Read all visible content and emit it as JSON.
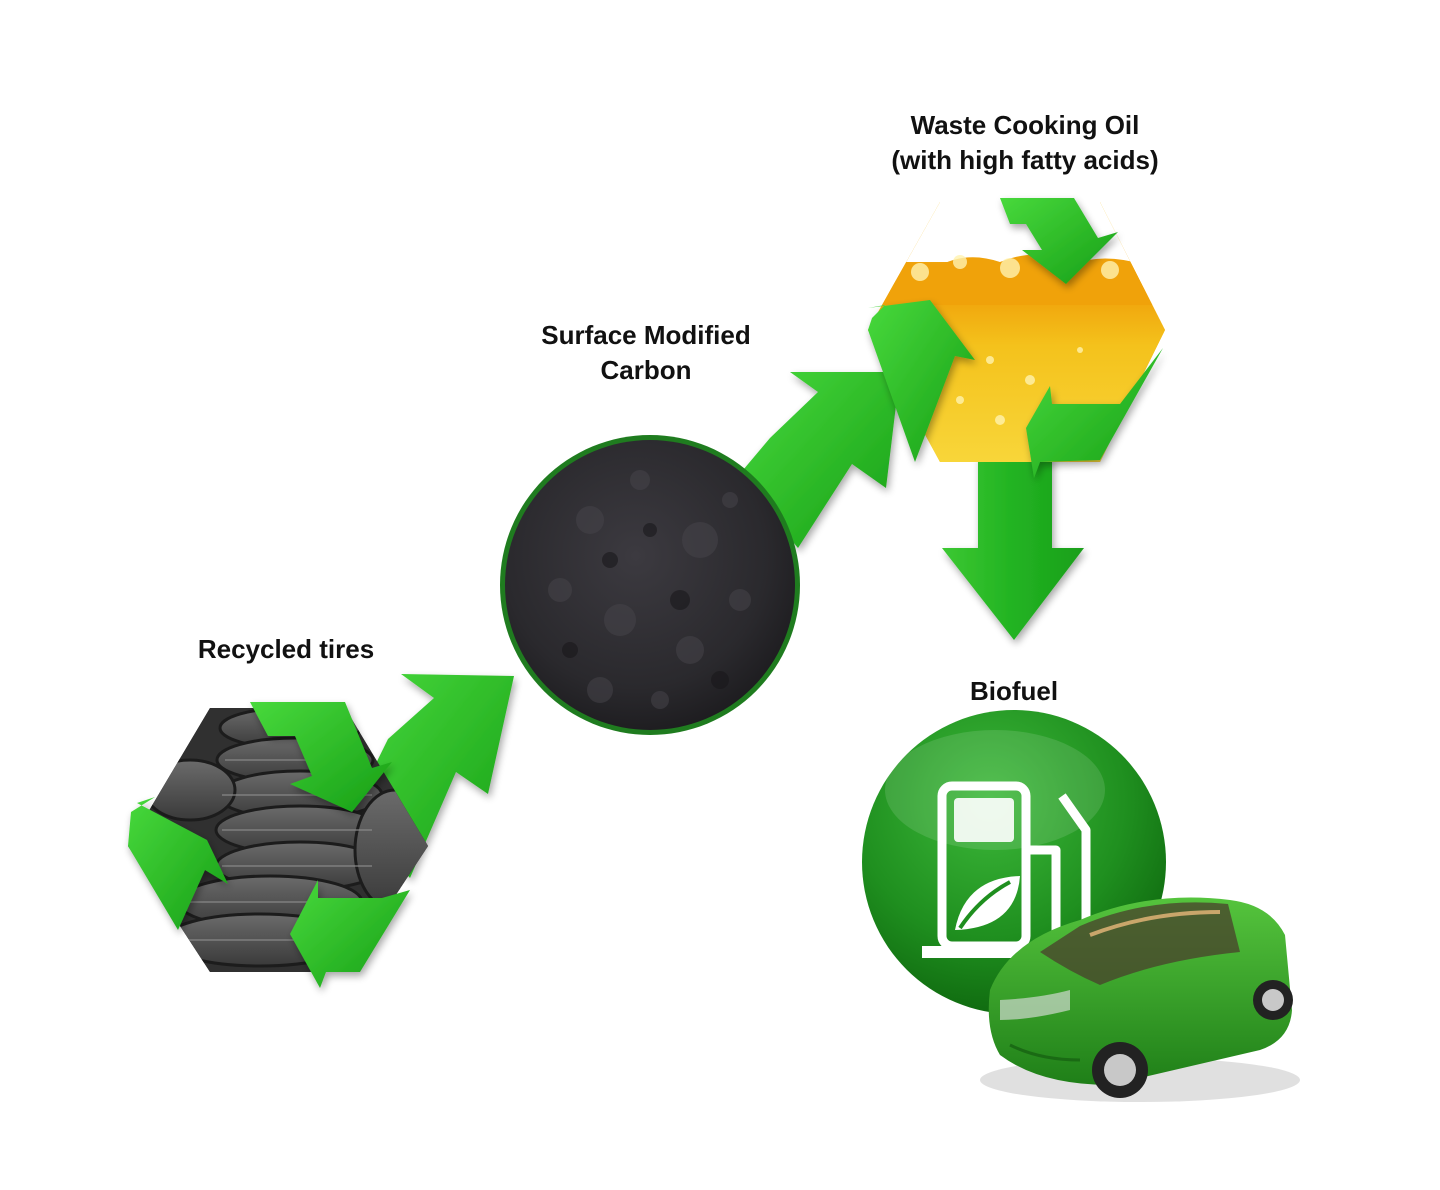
{
  "colors": {
    "arrow_green": "#26b526",
    "arrow_green_light": "#44d638",
    "arrow_green_dark": "#158a15",
    "oil_gold": "#f2b80c",
    "carbon_dark": "#2b2a2e",
    "tire_gray": "#545454",
    "pump_green": "#1c8d1c",
    "car_green": "#2f9f23"
  },
  "nodes": {
    "tires": {
      "label": "Recycled tires",
      "icon": "tire-stack-recycle-icon"
    },
    "carbon": {
      "label_line1": "Surface Modified",
      "label_line2": "Carbon",
      "icon": "carbon-powder-icon"
    },
    "oil": {
      "label_line1": "Waste Cooking Oil",
      "label_line2": "(with high fatty acids)",
      "icon": "cooking-oil-recycle-icon"
    },
    "biofuel": {
      "label": "Biofuel",
      "icon": "fuel-pump-leaf-icon",
      "car_icon": "green-car-icon"
    }
  },
  "flow": [
    "tires",
    "carbon",
    "oil",
    "biofuel"
  ]
}
